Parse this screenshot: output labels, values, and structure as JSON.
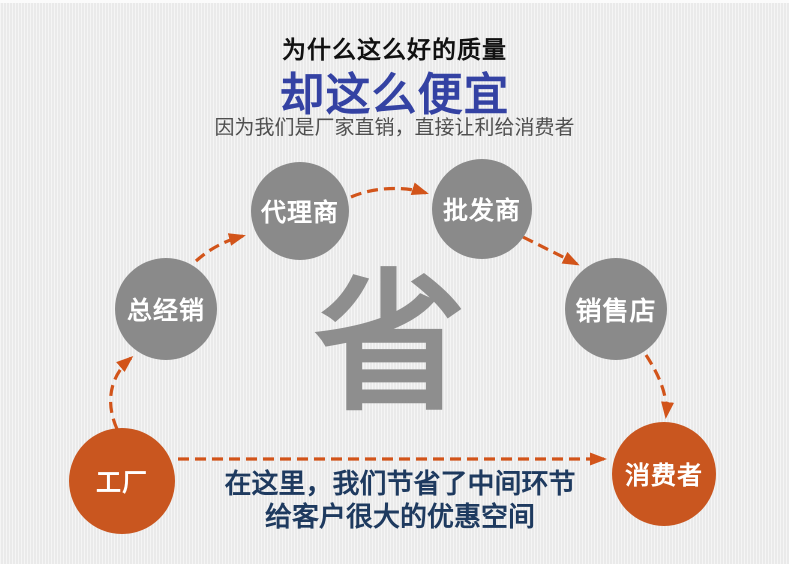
{
  "header": {
    "title": "为什么这么好的质量",
    "highlight": "却这么便宜",
    "subtitle": "因为我们是厂家直销，直接让利给消费者"
  },
  "diagram": {
    "center_character": "省",
    "nodes": [
      {
        "id": "factory",
        "label": "工厂",
        "type": "orange"
      },
      {
        "id": "general-distributor",
        "label": "总经销",
        "type": "gray"
      },
      {
        "id": "agent",
        "label": "代理商",
        "type": "gray"
      },
      {
        "id": "wholesaler",
        "label": "批发商",
        "type": "gray"
      },
      {
        "id": "retail-store",
        "label": "销售店",
        "type": "gray"
      },
      {
        "id": "consumer",
        "label": "消费者",
        "type": "orange"
      }
    ],
    "flow_chain": [
      "工厂",
      "总经销",
      "代理商",
      "批发商",
      "销售店",
      "消费者"
    ],
    "direct_flow": [
      "工厂",
      "消费者"
    ]
  },
  "footer": {
    "line1": "在这里，我们节省了中间环节",
    "line2": "给客户很大的优惠空间"
  },
  "colors": {
    "background": "#ededed",
    "title_black": "#111111",
    "title_blue": "#3442a3",
    "subtitle_gray": "#4f4f4f",
    "node_gray": "#8a8a8a",
    "node_orange": "#c9561f",
    "arrow_orange": "#d2541a",
    "center_char_gray": "#8e8e8e",
    "footer_navy": "#1e3a5f"
  }
}
